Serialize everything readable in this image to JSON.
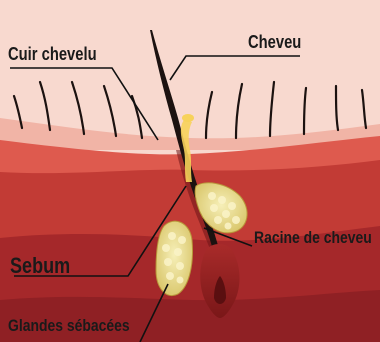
{
  "labels": {
    "scalp": "Cuir chevelu",
    "hair": "Cheveu",
    "root": "Racine de cheveu",
    "sebum": "Sebum",
    "glands": "Glandes sébacées"
  },
  "colors": {
    "skin_surface": "#f7cfc4",
    "dermis_light": "#d9534a",
    "dermis": "#b8322e",
    "deep_tissue": "#8c1f22",
    "hair": "#1c1210",
    "gland_fill": "#efe69a",
    "sebum_drop": "#f7d25a",
    "leader_line": "#111111"
  }
}
